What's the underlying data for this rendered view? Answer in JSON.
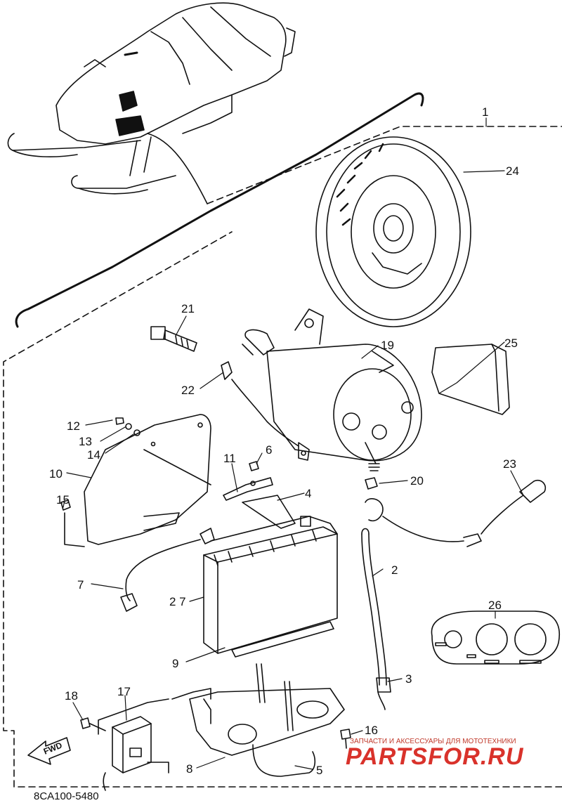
{
  "diagram": {
    "callouts": {
      "c1": "1",
      "c2": "2",
      "c3": "3",
      "c4": "4",
      "c5": "5",
      "c6": "6",
      "c7": "7",
      "c8": "8",
      "c9": "9",
      "c10": "10",
      "c11": "11",
      "c12": "12",
      "c13": "13",
      "c14": "14",
      "c15": "15",
      "c16": "16",
      "c17": "17",
      "c18": "18",
      "c19": "19",
      "c20": "20",
      "c21": "21",
      "c22": "22",
      "c23": "23",
      "c24": "24",
      "c25": "25",
      "c26": "26",
      "c27": "2 7"
    },
    "direction_label": "FWD",
    "part_code": "8CA100-5480"
  },
  "watermark": {
    "tagline": "ЗАПЧАСТИ И АКСЕССУАРЫ ДЛЯ МОТОТЕХНИКИ",
    "brand": "PARTSFOR.RU"
  }
}
